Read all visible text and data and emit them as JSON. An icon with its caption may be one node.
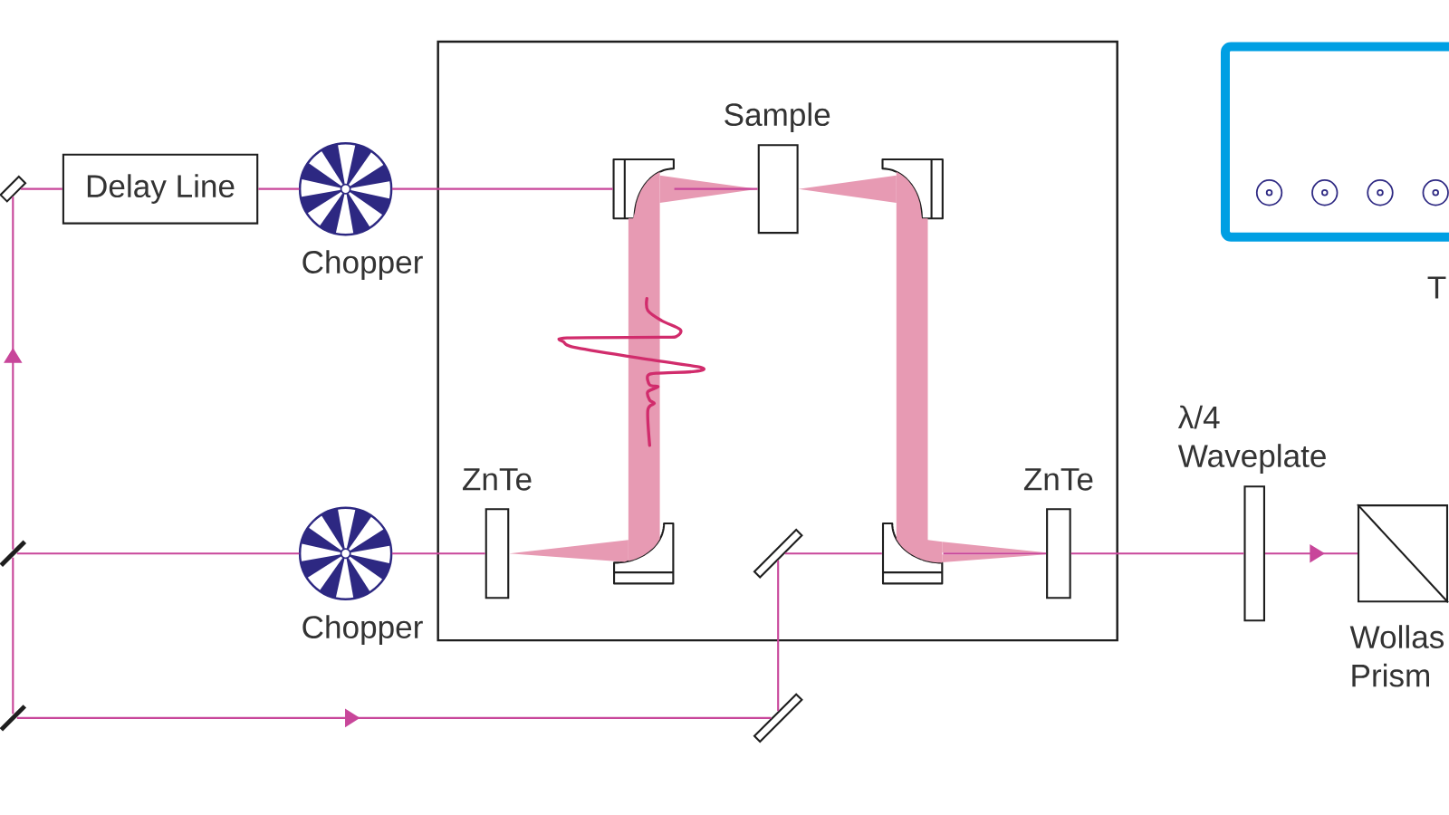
{
  "diagram": {
    "nodes": [
      {
        "text": [],
        "shape": "bar"
      },
      {
        "text": [
          "Delay Line"
        ]
      },
      {
        "text": [
          "Chopper"
        ]
      },
      {
        "text": [],
        "shape": "box"
      },
      {
        "text": [],
        "shape": "mirror",
        "in": 3
      },
      {
        "text": [
          "Sample"
        ],
        "in": 3
      },
      {
        "text": [],
        "shape": "mirror",
        "in": 3
      },
      {
        "text": [],
        "shape": "box"
      },
      {
        "text": [],
        "shape": "bar"
      },
      {
        "text": [
          "Chopper"
        ]
      },
      {
        "text": [
          "ZnTe"
        ],
        "in": 3
      },
      {
        "text": [],
        "shape": "mirror",
        "in": 3
      },
      {
        "text": [],
        "shape": "bar",
        "in": 3
      },
      {
        "text": [],
        "shape": "mirror",
        "in": 3
      },
      {
        "text": [
          "ZnTe"
        ],
        "in": 3
      },
      {
        "text": [
          "λ/4 Waveplate"
        ]
      },
      {
        "text": [
          "Wollas Prism"
        ]
      },
      {
        "text": [],
        "shape": "bar"
      },
      {
        "text": [],
        "shape": "bar"
      }
    ],
    "edges": [
      {
        "from": 17,
        "to": 8,
        "arrow": "none"
      },
      {
        "from": 8,
        "to": 0,
        "arrow": "to"
      },
      {
        "from": 0,
        "to": 1,
        "arrow": "none"
      },
      {
        "from": 1,
        "to": 2,
        "arrow": "none"
      },
      {
        "from": 2,
        "to": 4,
        "arrow": "none"
      },
      {
        "from": 4,
        "to": 5,
        "arrow": "none"
      },
      {
        "from": 8,
        "to": 9,
        "arrow": "none"
      },
      {
        "from": 9,
        "to": 10,
        "arrow": "none"
      },
      {
        "from": 17,
        "to": 18,
        "arrow": "to"
      },
      {
        "from": 18,
        "to": 12,
        "arrow": "none"
      },
      {
        "from": 12,
        "to": 13,
        "arrow": "none"
      },
      {
        "from": 13,
        "to": 14,
        "arrow": "none"
      },
      {
        "from": 14,
        "to": 15,
        "arrow": "none"
      },
      {
        "from": 15,
        "to": 16,
        "arrow": "to"
      },
      {
        "from": 10,
        "to": 11,
        "arrow": "none",
        "style": "thick",
        "color": "#e79ab3"
      },
      {
        "from": 11,
        "to": 4,
        "arrow": "none",
        "style": "thick",
        "color": "#e79ab3"
      },
      {
        "from": 4,
        "to": 5,
        "arrow": "none",
        "style": "thick",
        "color": "#e79ab3"
      },
      {
        "from": 5,
        "to": 6,
        "arrow": "none",
        "style": "thick",
        "color": "#e79ab3"
      },
      {
        "from": 6,
        "to": 13,
        "arrow": "none",
        "style": "thick",
        "color": "#e79ab3"
      },
      {
        "from": 13,
        "to": 14,
        "arrow": "none",
        "style": "thick",
        "color": "#e79ab3"
      }
    ],
    "labels": [
      "T"
    ]
  }
}
